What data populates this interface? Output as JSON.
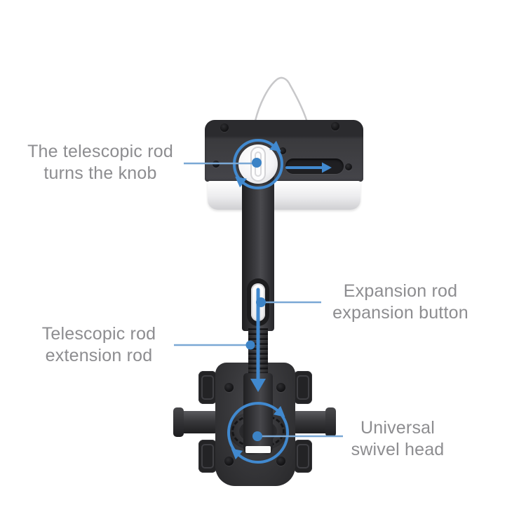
{
  "labels": {
    "knob": {
      "line1": "The telescopic rod",
      "line2": "turns the knob"
    },
    "expansion_button": {
      "line1": "Expansion rod",
      "line2": "expansion button"
    },
    "extension_rod": {
      "line1": "Telescopic rod",
      "line2": "extension rod"
    },
    "swivel_head": {
      "line1": "Universal",
      "line2": "swivel head"
    }
  },
  "icons": {
    "knob_rotation": "rotate-clockwise-circle-arrow",
    "slot_slide": "arrow-right",
    "extend_direction": "arrow-down",
    "swivel_rotation": "rotate-circle-arrow"
  },
  "colors": {
    "annotation_blue": "#4189cf",
    "leader_blue": "#7aa8d5",
    "dot_blue": "#3c83c6",
    "label_text": "#8d8d90",
    "device_dark": "#353538",
    "device_white": "#f4f4f6",
    "background": "#ffffff"
  }
}
